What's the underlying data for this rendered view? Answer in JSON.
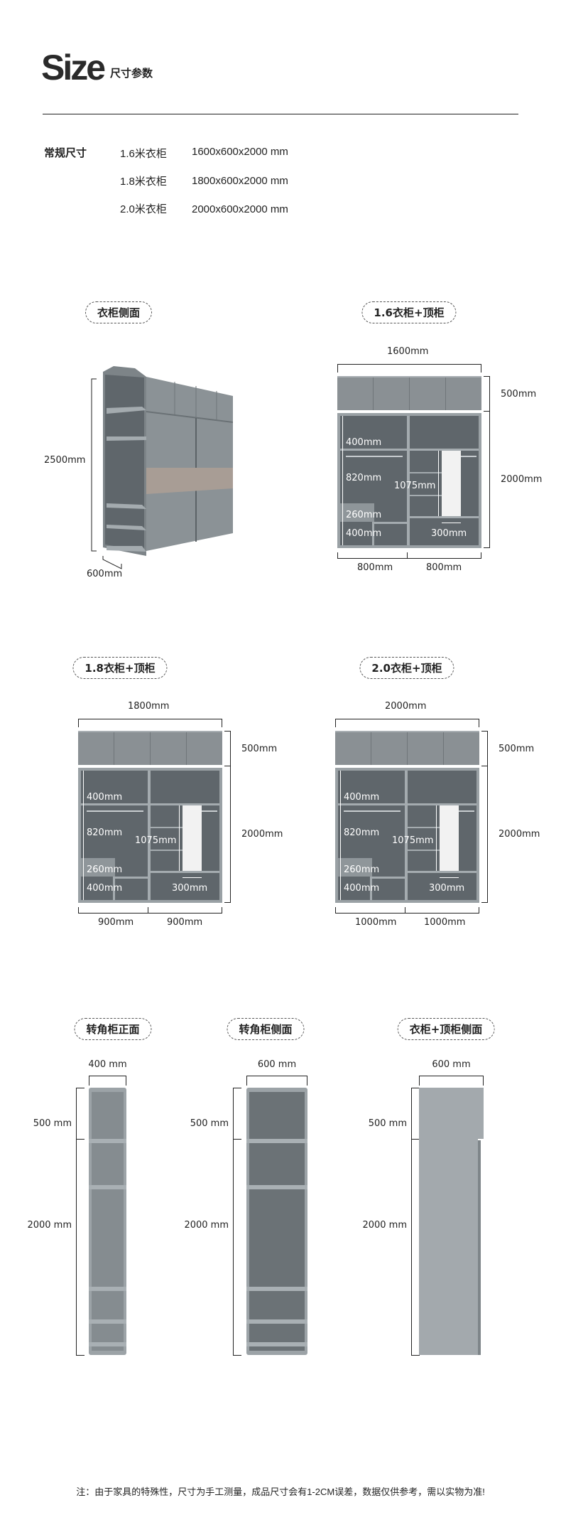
{
  "header": {
    "title": "Size",
    "subtitle": "尺寸参数"
  },
  "specs": {
    "label": "常规尺寸",
    "rows": [
      {
        "name": "1.6米衣柜",
        "size": "1600x600x2000 mm"
      },
      {
        "name": "1.8米衣柜",
        "size": "1800x600x2000 mm"
      },
      {
        "name": "2.0米衣柜",
        "size": "2000x600x2000 mm"
      }
    ]
  },
  "side_view": {
    "title": "衣柜侧面",
    "height": "2500mm",
    "depth": "600mm"
  },
  "wardrobes": [
    {
      "title": "1.6衣柜+顶柜",
      "width": "1600mm",
      "top_height": "500mm",
      "body_height": "2000mm",
      "left_width": "800mm",
      "right_width": "800mm",
      "inner": {
        "top_shelf": "400mm",
        "hanging": "820mm",
        "drawer": "260mm",
        "bottom": "400mm",
        "mid": "1075mm",
        "mirror_width": "300mm"
      }
    },
    {
      "title": "1.8衣柜+顶柜",
      "width": "1800mm",
      "top_height": "500mm",
      "body_height": "2000mm",
      "left_width": "900mm",
      "right_width": "900mm",
      "inner": {
        "top_shelf": "400mm",
        "hanging": "820mm",
        "drawer": "260mm",
        "bottom": "400mm",
        "mid": "1075mm",
        "mirror_width": "300mm"
      }
    },
    {
      "title": "2.0衣柜+顶柜",
      "width": "2000mm",
      "top_height": "500mm",
      "body_height": "2000mm",
      "left_width": "1000mm",
      "right_width": "1000mm",
      "inner": {
        "top_shelf": "400mm",
        "hanging": "820mm",
        "drawer": "260mm",
        "bottom": "400mm",
        "mid": "1075mm",
        "mirror_width": "300mm"
      }
    }
  ],
  "corner_views": [
    {
      "title": "转角柜正面",
      "width": "400 mm",
      "top_height": "500 mm",
      "body_height": "2000 mm"
    },
    {
      "title": "转角柜侧面",
      "width": "600 mm",
      "top_height": "500 mm",
      "body_height": "2000 mm"
    },
    {
      "title": "衣柜+顶柜侧面",
      "width": "600 mm",
      "top_height": "500 mm",
      "body_height": "2000 mm"
    }
  ],
  "note": "注：由于家具的特殊性，尺寸为手工测量，成品尺寸会有1-2CM误差，数据仅供参考，需以实物为准!",
  "colors": {
    "cabinet": "#8a9094",
    "interior": "#5f666b",
    "wood": "#a89d95",
    "text": "#222222"
  }
}
